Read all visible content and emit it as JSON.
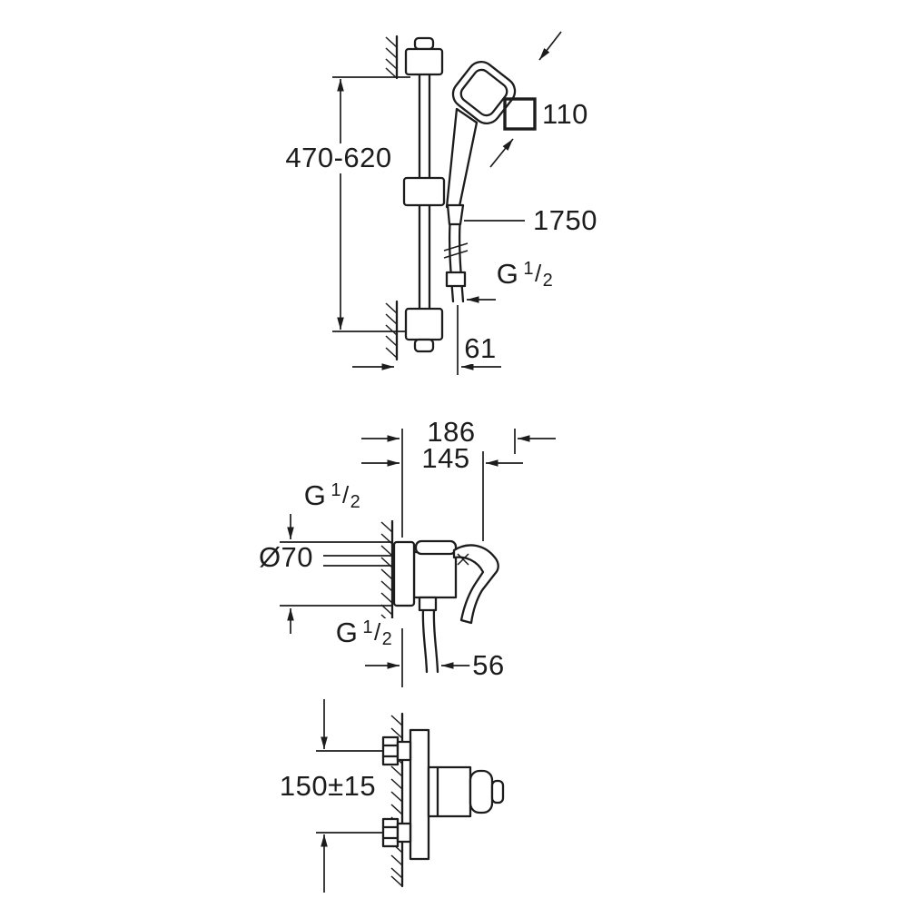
{
  "colors": {
    "line": "#1c1c1c",
    "background": "#ffffff"
  },
  "labels": {
    "rail_height": "470-620",
    "head_width": "110",
    "hose_length": "1750",
    "wall_offset": "61",
    "depth_total": "186",
    "depth_body": "145",
    "escutcheon_diameter": "Ø70",
    "outlet_offset": "56",
    "inlet_spacing": "150±15",
    "thread": {
      "g": "G",
      "numerator": "1",
      "slash": "/",
      "denominator": "2"
    }
  },
  "icons": {
    "square_symbol": "square-outline-icon"
  }
}
